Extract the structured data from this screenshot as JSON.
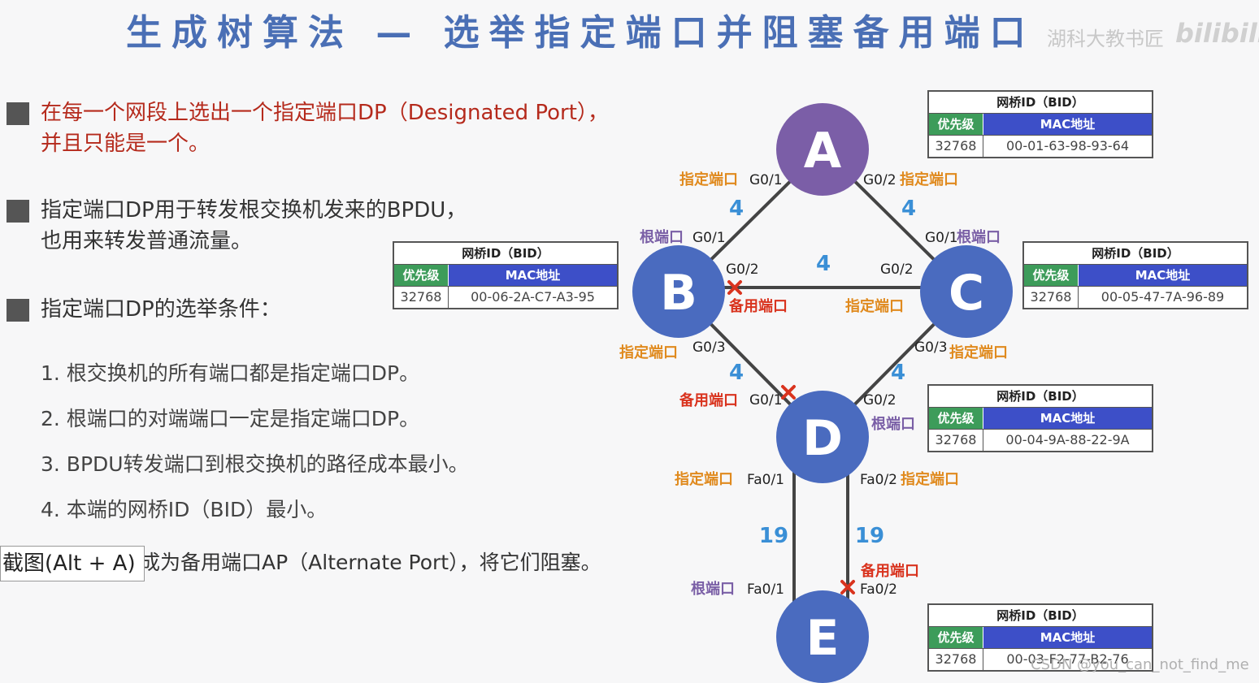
{
  "title": "生成树算法 — 选举指定端口并阻塞备用端口",
  "watermark": "湖科大教书匠",
  "watermark_logo": "bilibili",
  "paragraphs": {
    "p1_red": "在每一个网段上选出一个指定端口DP（Designated Port），",
    "p1_line2": "并且只能是一个。",
    "p2_line1": "指定端口DP用于转发根交换机发来的BPDU，",
    "p2_line2": "也用来转发普通流量。",
    "p3": "指定端口DP的选举条件："
  },
  "conditions": [
    "1.  根交换机的所有端口都是指定端口DP。",
    "2.  根端口的对端端口一定是指定端口DP。",
    "3.  BPDU转发端口到根交换机的路径成本最小。",
    "4.  本端的网桥ID（BID）最小。"
  ],
  "last_line": "成为备用端口AP（Alternate  Port），将它们阻塞。",
  "overlay_text": "截图(Alt + A)",
  "credit": "CSDN @you_can_not_find_me",
  "colors": {
    "node": "#4a6bbf",
    "root_node": "#7b5ea7",
    "designated": "#e08a1e",
    "root_port": "#7a5fa6",
    "alternate": "#d9331e",
    "cost": "#3a8fd6"
  },
  "bid_tables": [
    {
      "header": "网桥ID（BID）",
      "prio_label": "优先级",
      "mac_label": "MAC地址",
      "prio": "32768",
      "mac": "00-01-63-98-93-64"
    },
    {
      "header": "网桥ID（BID）",
      "prio_label": "优先级",
      "mac_label": "MAC地址",
      "prio": "32768",
      "mac": "00-06-2A-C7-A3-95"
    },
    {
      "header": "网桥ID（BID）",
      "prio_label": "优先级",
      "mac_label": "MAC地址",
      "prio": "32768",
      "mac": "00-05-47-7A-96-89"
    },
    {
      "header": "网桥ID（BID）",
      "prio_label": "优先级",
      "mac_label": "MAC地址",
      "prio": "32768",
      "mac": "00-04-9A-88-22-9A"
    },
    {
      "header": "网桥ID（BID）",
      "prio_label": "优先级",
      "mac_label": "MAC地址",
      "prio": "32768",
      "mac": "00-03-F2-77-B2-76"
    }
  ],
  "nodes": [
    "A",
    "B",
    "C",
    "D",
    "E"
  ],
  "costs": [
    "4",
    "4",
    "4",
    "4",
    "4",
    "19",
    "19"
  ],
  "port_roles": {
    "designated": "指定端口",
    "root": "根端口",
    "alternate": "备用端口"
  },
  "ports": [
    "G0/1",
    "G0/2",
    "G0/1",
    "G0/1",
    "G0/2",
    "G0/2",
    "G0/3",
    "G0/3",
    "G0/1",
    "G0/2",
    "Fa0/1",
    "Fa0/2",
    "Fa0/1",
    "Fa0/2"
  ]
}
